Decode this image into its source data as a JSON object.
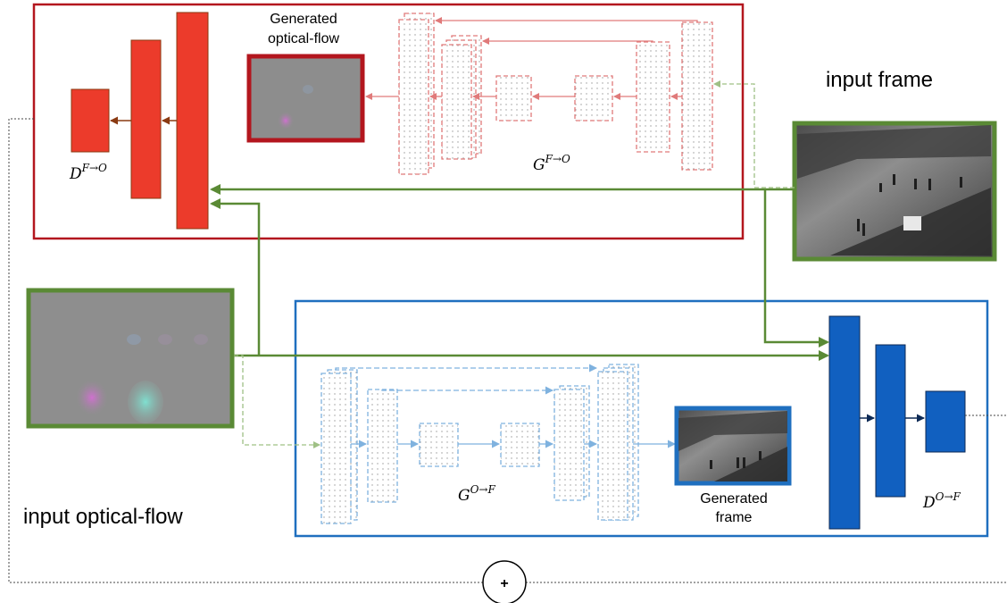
{
  "labels": {
    "generated_optical_flow_line1": "Generated",
    "generated_optical_flow_line2": "optical-flow",
    "input_frame": "input frame",
    "input_optical_flow": "input optical-flow",
    "generated_frame_line1": "Generated",
    "generated_frame_line2": "frame",
    "sum_symbol": "+"
  },
  "math": {
    "disc_f_to_o_base": "D",
    "disc_f_to_o_sup": "F→O",
    "gen_f_to_o_base": "G",
    "gen_f_to_o_sup": "F→O",
    "gen_o_to_f_base": "G",
    "gen_o_to_f_sup": "O→F",
    "disc_o_to_f_base": "D",
    "disc_o_to_f_sup": "O→F"
  },
  "colors": {
    "red_module": "#b3161e",
    "red_block": "#ec3b2b",
    "red_dashed": "#e07a7a",
    "blue_module": "#1f6fbf",
    "blue_block": "#1160c0",
    "blue_dashed": "#7fb2df",
    "green_flow": "#5a8a35",
    "green_dashed": "#9fc085",
    "brown_arrow": "#8a3a12",
    "navy_arrow": "#0d2a55"
  },
  "images": {
    "generated_optical_flow": "gray optical-flow map",
    "input_frame": "grayscale campus walkway with pedestrians",
    "input_optical_flow": "gray optical-flow map with colored blobs",
    "generated_frame": "grayscale generated walkway frame"
  }
}
